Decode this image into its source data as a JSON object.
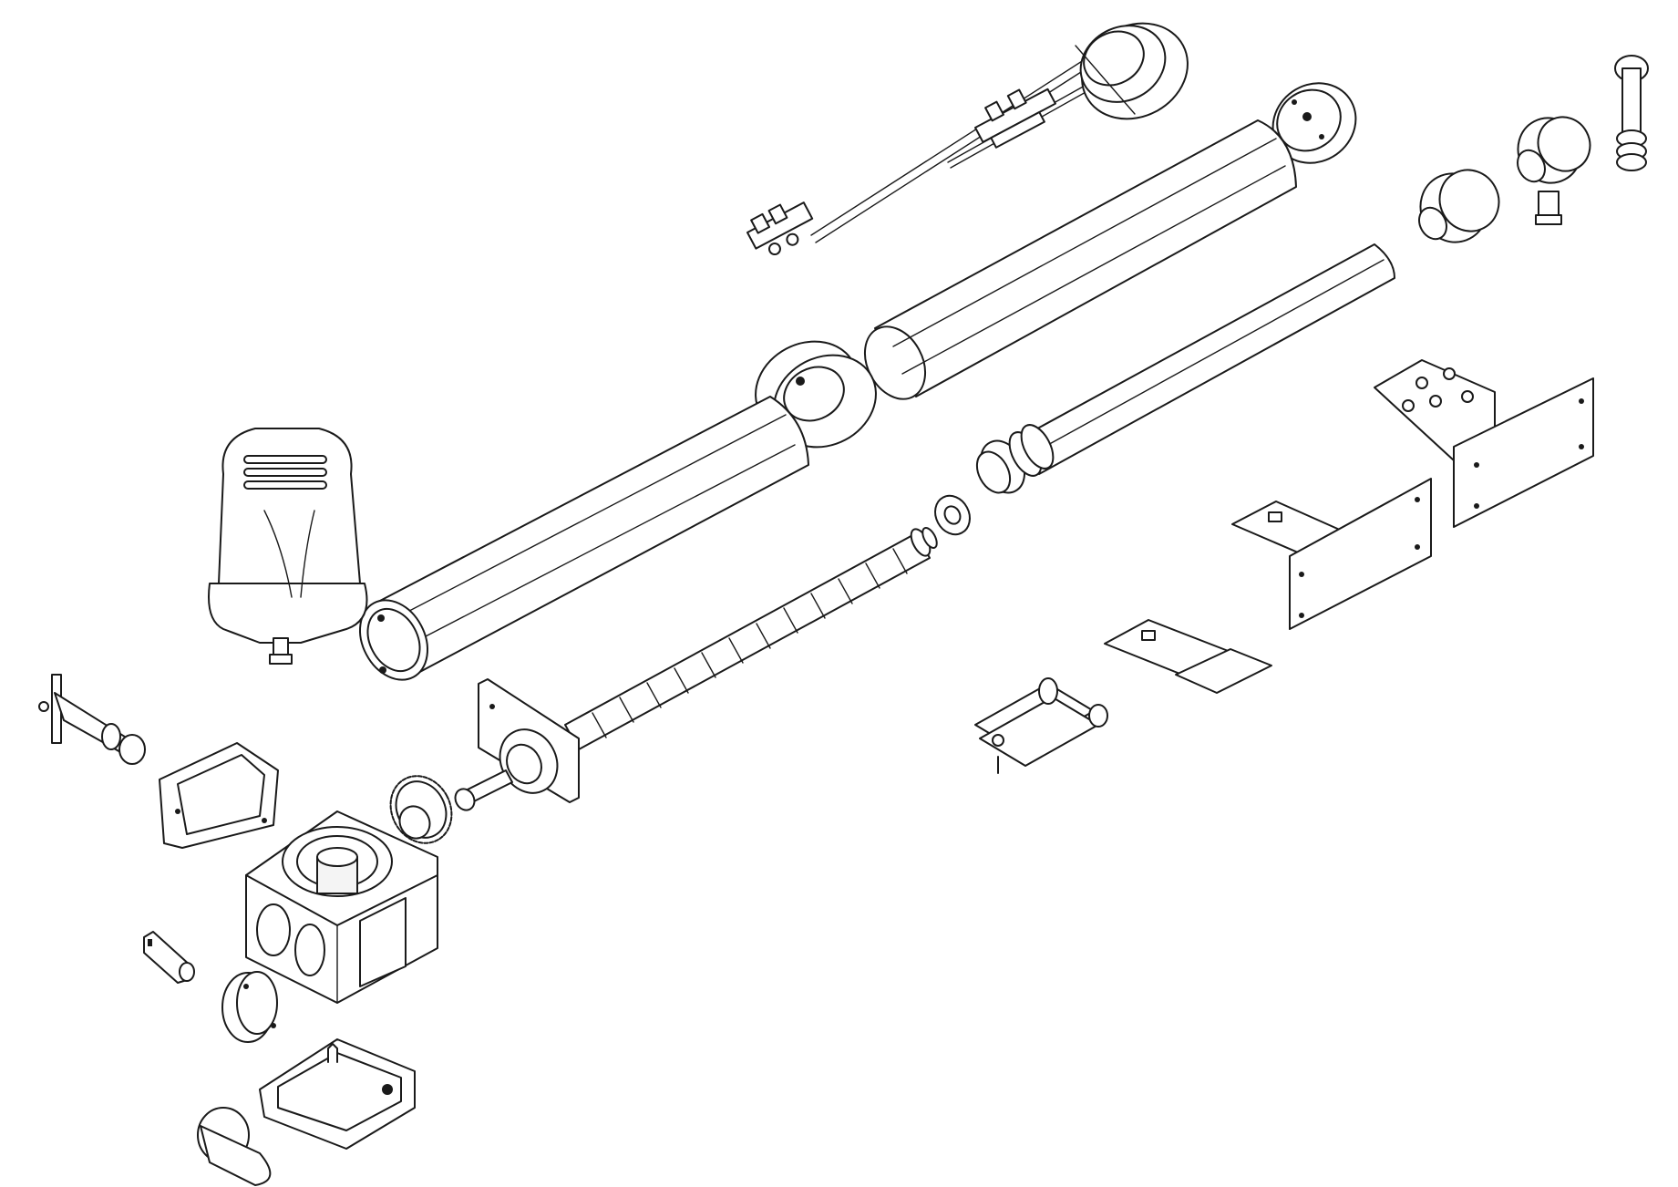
{
  "figure": {
    "type": "exploded-assembly-diagram",
    "colors": {
      "line": "#1a1a1a",
      "fill": "#ffffff",
      "shade": "#f4f4f4"
    },
    "parts": [
      "wiring-harness",
      "end-collar-top",
      "end-cap-oval",
      "outer-tube-rear",
      "outer-tube-front",
      "middle-collar",
      "motor-cover",
      "inner-push-rod",
      "rod-end-bushing",
      "rod-end-fork",
      "rod-end-pin",
      "worm-screw",
      "nut-washer",
      "motor-flange-plate",
      "drive-gear",
      "coupling-pin",
      "gearbox-housing",
      "gearbox-side-cover",
      "release-lever-shaft",
      "release-key",
      "release-collar",
      "gearbox-bottom-cover",
      "cylinder-plug",
      "rear-bracket-large",
      "rear-bracket-medium",
      "flat-bracket",
      "hinge-pin-clevis"
    ]
  }
}
